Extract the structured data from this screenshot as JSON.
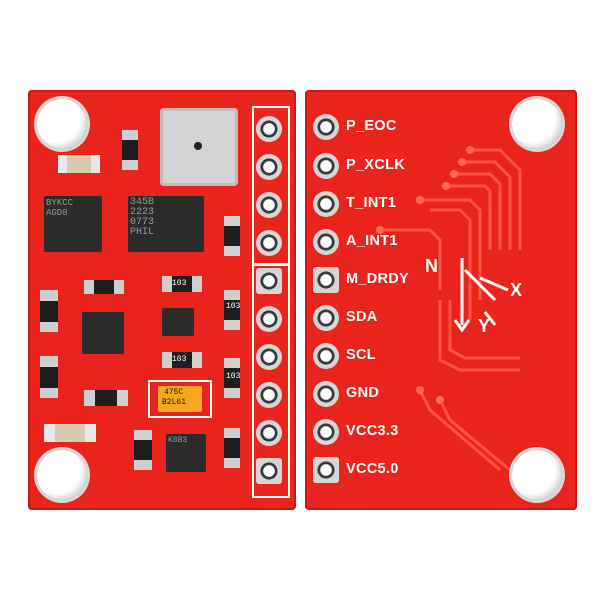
{
  "back_labels": [
    "P_EOC",
    "P_XCLK",
    "T_INT1",
    "A_INT1",
    "M_DRDY",
    "SDA",
    "SCL",
    "GND",
    "VCC3.3",
    "VCC5.0"
  ],
  "axis_labels": {
    "n": "N",
    "x": "X",
    "y": "Y"
  },
  "front_markings": {
    "chip_left": "BYKCC\nAGD8",
    "chip_mid": "345B\n2223\n0773\nPHIL",
    "res_103_a": "103",
    "res_103_b": "103",
    "res_103_c": "103",
    "res_103_d": "103",
    "tant_top": "475C",
    "tant_bottom": "B2L61",
    "reg_chip": "K8B3"
  },
  "colors": {
    "pcb": "#e8241c",
    "silkscreen": "#ffffff",
    "background": "#ffffff"
  }
}
